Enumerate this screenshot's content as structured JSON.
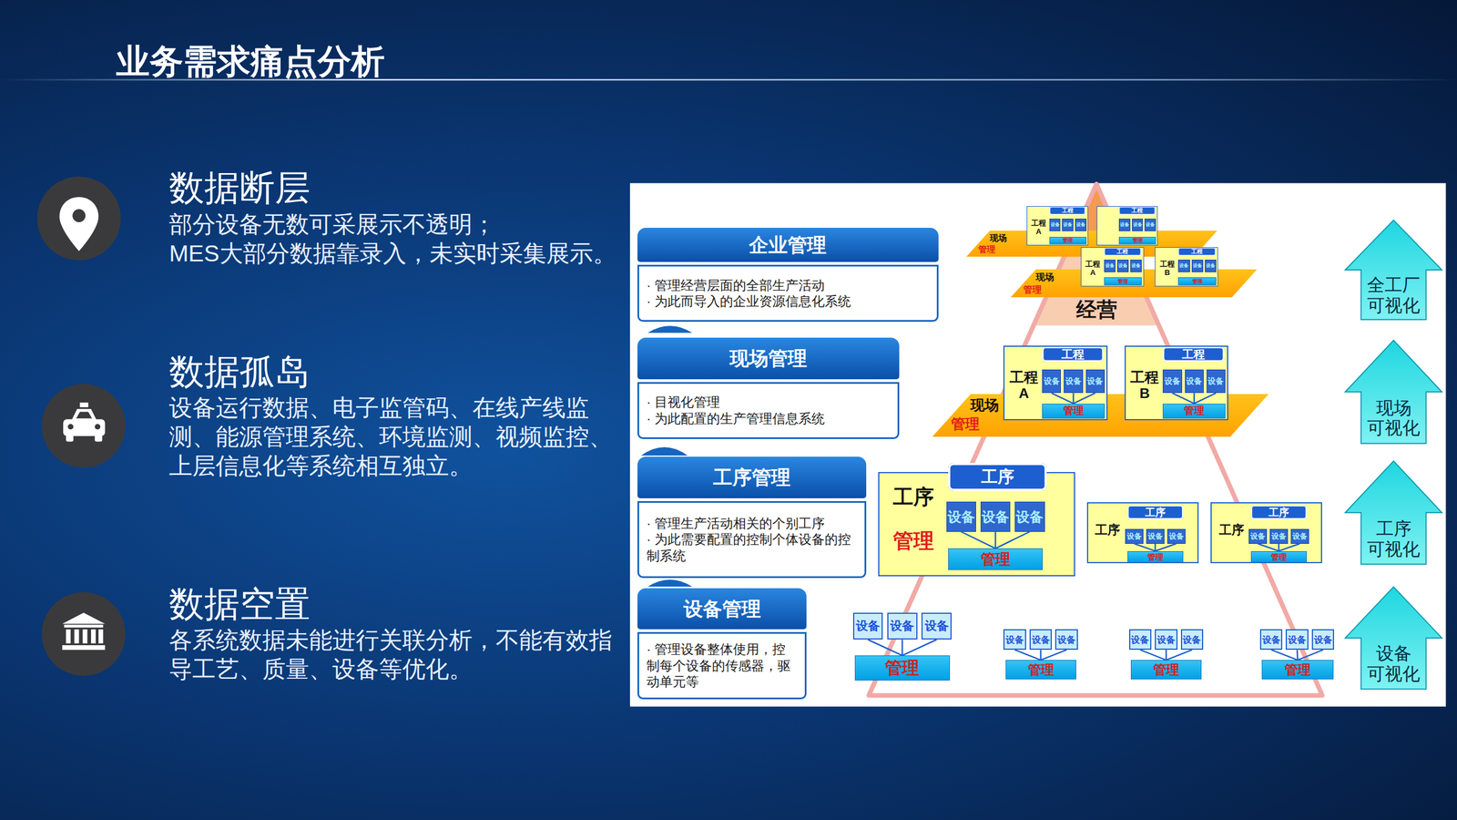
{
  "diagram": {
    "title": "业务需求痛点分析",
    "nodes": [
      {
        "text": [
          "企业管理",
          "· 管理经营层面的全部生产活动",
          "· 为此而导入的企业资源信息化系统"
        ]
      },
      {
        "text": [
          "现场管理",
          "· 目视化管理",
          "· 为此配置的生产管理信息系统"
        ]
      },
      {
        "text": [
          "工序管理",
          "· 管理生产活动相关的个别工序",
          "· 为此需要配置的控制个体设备的控制系统"
        ]
      },
      {
        "text": [
          "设备管理",
          "· 管理设备整体使用，控制每个设备的传感器，驱动单元等"
        ]
      },
      {
        "text": [
          "现场",
          "管理"
        ]
      },
      {
        "text": [
          "工程",
          "工程 A"
        ]
      },
      {
        "text": [
          "设备"
        ],
        "in": 5
      },
      {
        "text": [
          "设备"
        ],
        "in": 5
      },
      {
        "text": [
          "设备"
        ],
        "in": 5
      },
      {
        "text": [
          "管理"
        ],
        "in": 5
      },
      {
        "text": [
          "工程"
        ]
      },
      {
        "text": [
          "设备"
        ],
        "in": 10
      },
      {
        "text": [
          "设备"
        ],
        "in": 10
      },
      {
        "text": [
          "设备"
        ],
        "in": 10
      },
      {
        "text": [
          "管理"
        ],
        "in": 10
      },
      {
        "text": [
          "现场",
          "管理"
        ]
      },
      {
        "text": [
          "工程",
          "工程 A"
        ]
      },
      {
        "text": [
          "设备"
        ],
        "in": 16
      },
      {
        "text": [
          "设备"
        ],
        "in": 16
      },
      {
        "text": [
          "设备"
        ],
        "in": 16
      },
      {
        "text": [
          "管理"
        ],
        "in": 16
      },
      {
        "text": [
          "工程",
          "工程 B"
        ]
      },
      {
        "text": [
          "设备"
        ],
        "in": 21
      },
      {
        "text": [
          "设备"
        ],
        "in": 21
      },
      {
        "text": [
          "设备"
        ],
        "in": 21
      },
      {
        "text": [
          "管理"
        ],
        "in": 21
      },
      {
        "text": [
          "现场",
          "管理"
        ]
      },
      {
        "text": [
          "工程",
          "工程 A"
        ]
      },
      {
        "text": [
          "设备"
        ],
        "in": 27
      },
      {
        "text": [
          "设备"
        ],
        "in": 27
      },
      {
        "text": [
          "设备"
        ],
        "in": 27
      },
      {
        "text": [
          "管理"
        ],
        "in": 27
      },
      {
        "text": [
          "工程",
          "工程 B"
        ]
      },
      {
        "text": [
          "设备"
        ],
        "in": 32
      },
      {
        "text": [
          "设备"
        ],
        "in": 32
      },
      {
        "text": [
          "设备"
        ],
        "in": 32
      },
      {
        "text": [
          "管理"
        ],
        "in": 32
      },
      {
        "text": [
          "工序",
          "工序",
          "管理"
        ]
      },
      {
        "text": [
          "设备"
        ],
        "in": 37
      },
      {
        "text": [
          "设备"
        ],
        "in": 37
      },
      {
        "text": [
          "设备"
        ],
        "in": 37
      },
      {
        "text": [
          "管理"
        ],
        "in": 37
      },
      {
        "text": [
          "工序",
          "工序"
        ]
      },
      {
        "text": [
          "设备"
        ],
        "in": 42
      },
      {
        "text": [
          "设备"
        ],
        "in": 42
      },
      {
        "text": [
          "设备"
        ],
        "in": 42
      },
      {
        "text": [
          "管理"
        ],
        "in": 42
      },
      {
        "text": [
          "工序",
          "工序"
        ]
      },
      {
        "text": [
          "设备"
        ],
        "in": 47
      },
      {
        "text": [
          "设备"
        ],
        "in": 47
      },
      {
        "text": [
          "设备"
        ],
        "in": 47
      },
      {
        "text": [
          "管理"
        ],
        "in": 47
      },
      {
        "text": [
          "设备"
        ]
      },
      {
        "text": [
          "设备"
        ]
      },
      {
        "text": [
          "设备"
        ]
      },
      {
        "text": [
          "管理"
        ]
      },
      {
        "text": [
          "设备"
        ]
      },
      {
        "text": [
          "设备"
        ]
      },
      {
        "text": [
          "设备"
        ]
      },
      {
        "text": [
          "管理"
        ]
      },
      {
        "text": [
          "设备"
        ]
      },
      {
        "text": [
          "设备"
        ]
      },
      {
        "text": [
          "设备"
        ]
      },
      {
        "text": [
          "管理"
        ]
      },
      {
        "text": [
          "设备"
        ]
      },
      {
        "text": [
          "设备"
        ]
      },
      {
        "text": [
          "设备"
        ]
      },
      {
        "text": [
          "管理"
        ]
      },
      {
        "text": [
          "全工厂 可视化"
        ]
      },
      {
        "text": [
          "现场 可视化"
        ]
      },
      {
        "text": [
          "工序 可视化"
        ]
      },
      {
        "text": [
          "设备 可视化"
        ]
      }
    ],
    "edges": [
      {
        "from": 28,
        "to": 31,
        "arrow": "none"
      },
      {
        "from": 29,
        "to": 31,
        "arrow": "none"
      },
      {
        "from": 30,
        "to": 31,
        "arrow": "none"
      },
      {
        "from": 33,
        "to": 36,
        "arrow": "none"
      },
      {
        "from": 34,
        "to": 36,
        "arrow": "none"
      },
      {
        "from": 35,
        "to": 36,
        "arrow": "none"
      },
      {
        "from": 38,
        "to": 41,
        "arrow": "none"
      },
      {
        "from": 39,
        "to": 41,
        "arrow": "none"
      },
      {
        "from": 40,
        "to": 41,
        "arrow": "none"
      },
      {
        "from": 43,
        "to": 46,
        "arrow": "none"
      },
      {
        "from": 44,
        "to": 46,
        "arrow": "none"
      },
      {
        "from": 45,
        "to": 46,
        "arrow": "none"
      },
      {
        "from": 48,
        "to": 51,
        "arrow": "none"
      },
      {
        "from": 49,
        "to": 51,
        "arrow": "none"
      },
      {
        "from": 50,
        "to": 51,
        "arrow": "none"
      },
      {
        "from": 52,
        "to": 55,
        "arrow": "none"
      },
      {
        "from": 53,
        "to": 55,
        "arrow": "none"
      },
      {
        "from": 54,
        "to": 55,
        "arrow": "none"
      },
      {
        "from": 56,
        "to": 59,
        "arrow": "none"
      },
      {
        "from": 57,
        "to": 59,
        "arrow": "none"
      },
      {
        "from": 58,
        "to": 59,
        "arrow": "none"
      },
      {
        "from": 60,
        "to": 63,
        "arrow": "none"
      },
      {
        "from": 61,
        "to": 63,
        "arrow": "none"
      },
      {
        "from": 62,
        "to": 63,
        "arrow": "none"
      },
      {
        "from": 64,
        "to": 67,
        "arrow": "none"
      },
      {
        "from": 65,
        "to": 67,
        "arrow": "none"
      },
      {
        "from": 66,
        "to": 67,
        "arrow": "none"
      }
    ],
    "labels": [
      "数据断层",
      "部分设备无数可采展示不透明；",
      "MES大部分数据靠录入，未实时采集展示。",
      "数据孤岛",
      "设备运行数据、电子监管码、在线产线监测、能源管理系统、环境监测、视频监控、上层信息化等系统相互独立。",
      "数据空置",
      "各系统数据未能进行关联分析，不能有效指导工艺、质量、设备等优化。",
      "经营"
    ]
  }
}
